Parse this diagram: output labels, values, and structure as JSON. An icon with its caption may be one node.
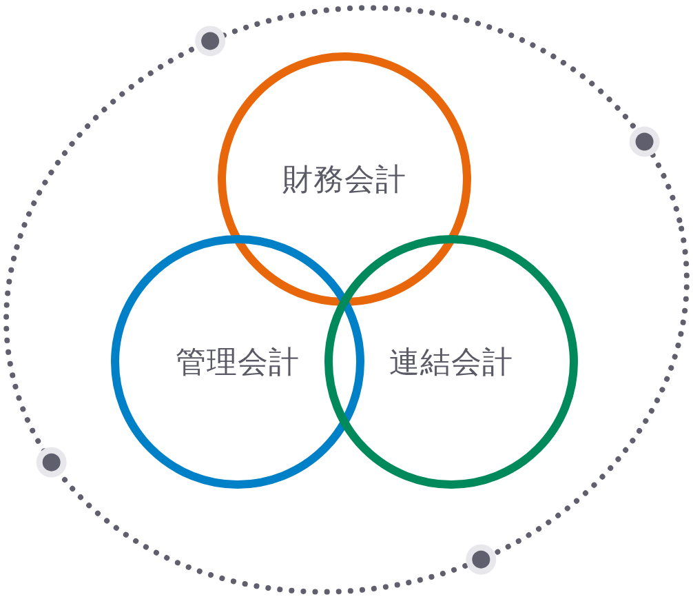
{
  "diagram": {
    "nodes": [
      {
        "text": [
          "財務会計"
        ]
      },
      {
        "text": [
          "管理会計"
        ]
      },
      {
        "text": [
          "連結会計"
        ]
      }
    ]
  }
}
